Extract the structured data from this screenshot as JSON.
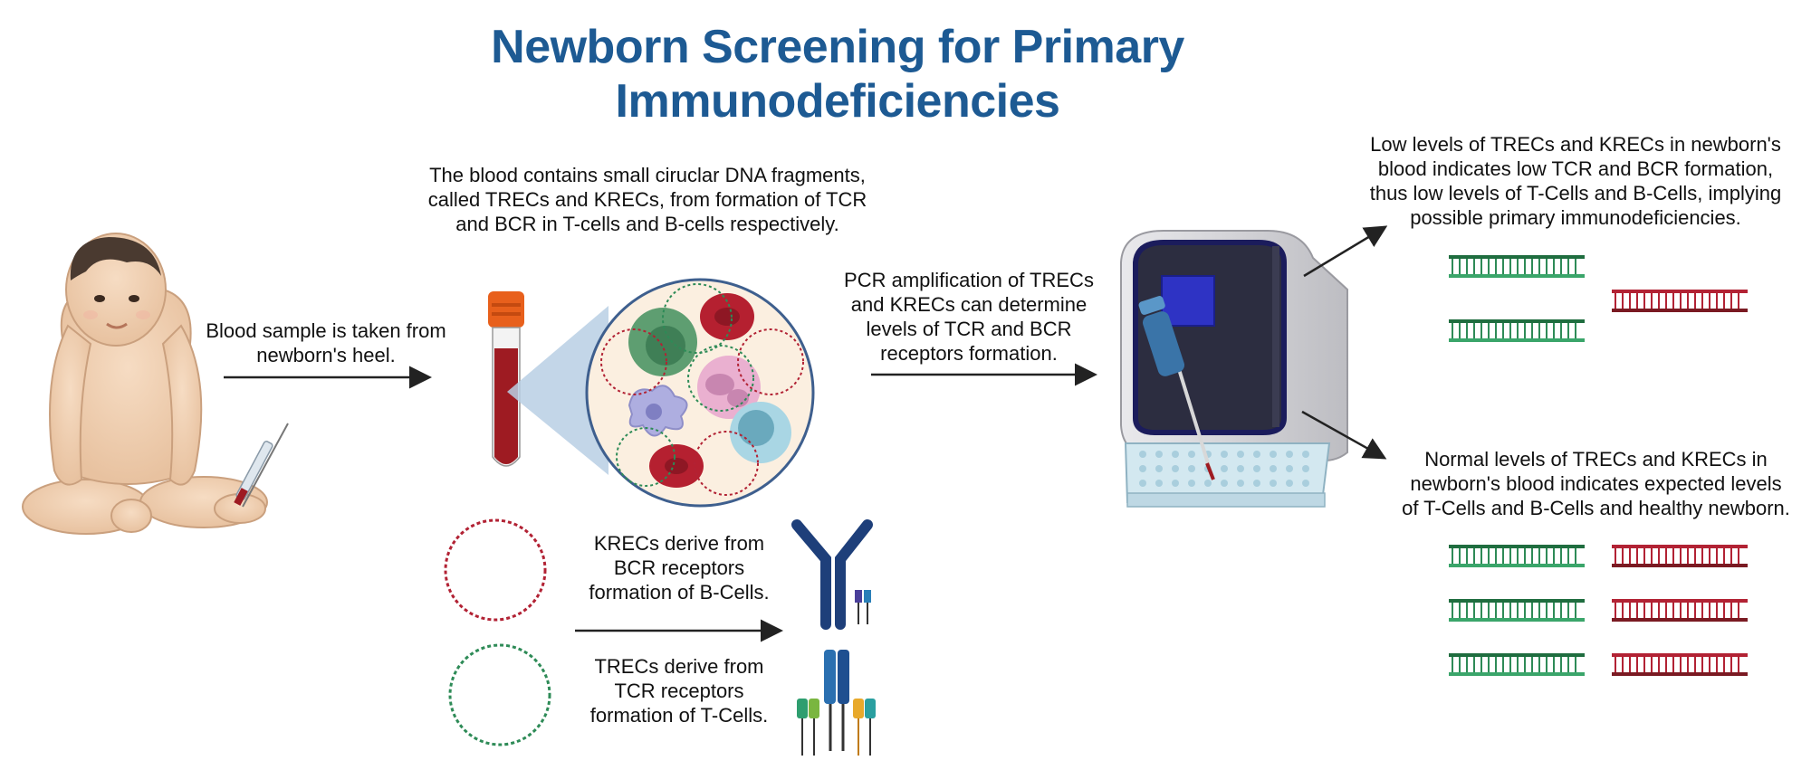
{
  "title": "Newborn Screening for Primary Immunodeficiencies",
  "labels": {
    "blood_sample": [
      "Blood sample is taken from",
      "newborn's heel."
    ],
    "blood_contains": [
      "The blood contains small ciruclar DNA fragments,",
      "called TRECs and KRECs, from formation of TCR",
      "and BCR in T-cells and B-cells respectively."
    ],
    "pcr": [
      "PCR amplification of TRECs",
      "and KRECs can determine",
      "levels of TCR and BCR",
      "receptors formation."
    ],
    "krecs": [
      "KRECs derive from",
      "BCR receptors",
      "formation of B-Cells."
    ],
    "trecs": [
      "TRECs derive from",
      "TCR receptors",
      "formation of T-Cells."
    ],
    "low_levels": [
      "Low levels of TRECs and KRECs in newborn's",
      "blood indicates low TCR and BCR formation,",
      "thus low levels of T-Cells and B-Cells, implying",
      "possible primary immunodeficiencies."
    ],
    "normal_levels": [
      "Normal levels of TRECs and KRECs in",
      "newborn's blood indicates expected levels",
      "of T-Cells and B-Cells and healthy newborn."
    ]
  },
  "colors": {
    "title": "#1d5a93",
    "trec_green": "#2e8b57",
    "krec_red": "#b22234",
    "arrow": "#222222",
    "blood": "#9e1b22",
    "tube_cap": "#e8601c"
  }
}
